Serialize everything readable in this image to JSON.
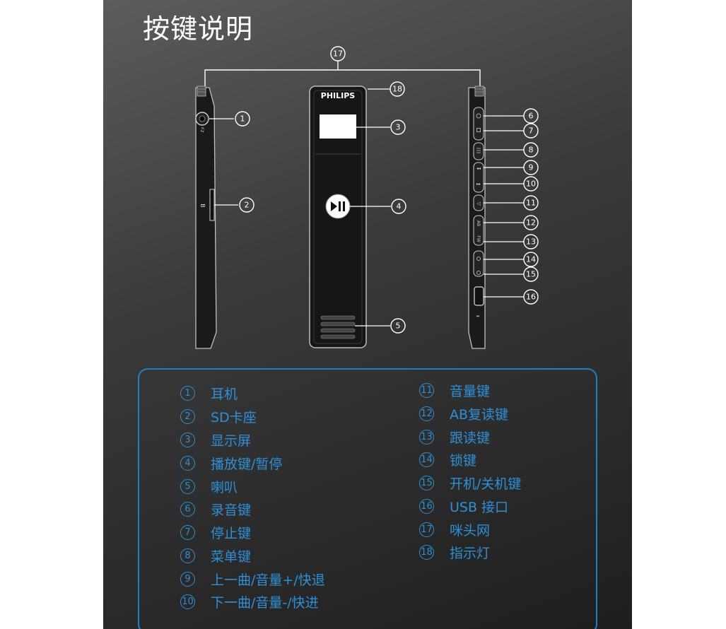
{
  "title": "按键说明",
  "device": {
    "brand": "PHILIPS",
    "side_labels": {
      "sd": "B",
      "ab": "AB",
      "fw": "FW"
    }
  },
  "callouts": [
    "1",
    "2",
    "3",
    "4",
    "5",
    "6",
    "7",
    "8",
    "9",
    "10",
    "11",
    "12",
    "13",
    "14",
    "15",
    "16",
    "17",
    "18"
  ],
  "legend": {
    "left": [
      {
        "num": "1",
        "label": "耳机"
      },
      {
        "num": "2",
        "label": "SD卡座"
      },
      {
        "num": "3",
        "label": "显示屏"
      },
      {
        "num": "4",
        "label": "播放键/暂停"
      },
      {
        "num": "5",
        "label": "喇叭"
      },
      {
        "num": "6",
        "label": "录音键"
      },
      {
        "num": "7",
        "label": "停止键"
      },
      {
        "num": "8",
        "label": "菜单键"
      },
      {
        "num": "9",
        "label": "上一曲/音量+/快退"
      },
      {
        "num": "10",
        "label": "下一曲/音量-/快进"
      }
    ],
    "right": [
      {
        "num": "11",
        "label": "音量键"
      },
      {
        "num": "12",
        "label": "AB复读键"
      },
      {
        "num": "13",
        "label": "跟读键"
      },
      {
        "num": "14",
        "label": "锁键"
      },
      {
        "num": "15",
        "label": "开机/关机键"
      },
      {
        "num": "16",
        "label": "USB 接口"
      },
      {
        "num": "17",
        "label": "咪头网"
      },
      {
        "num": "18",
        "label": "指示灯"
      }
    ]
  },
  "colors": {
    "accent": "#2f8fd6",
    "line": "#ffffff",
    "border": "#1f7fc0"
  }
}
